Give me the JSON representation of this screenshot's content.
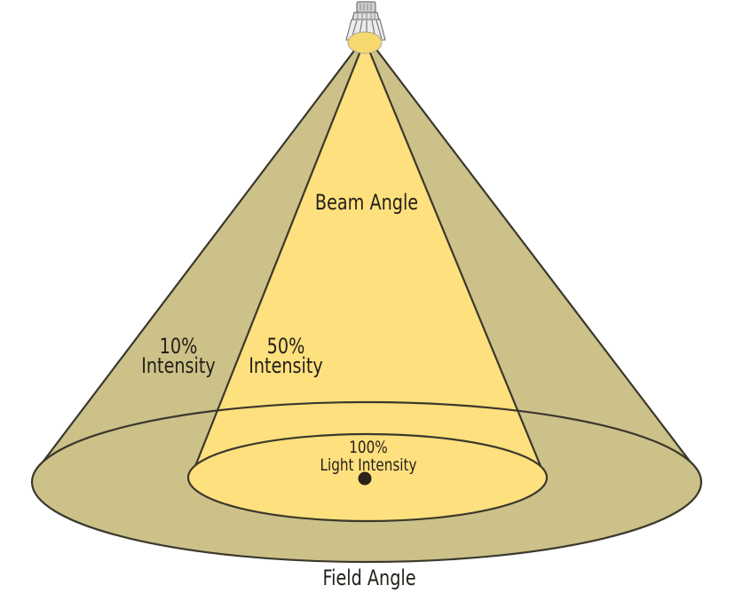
{
  "diagram": {
    "type": "spotlight-beam-field-angle-diagram",
    "labels": {
      "beam_angle": "Beam Angle",
      "field_angle": "Field Angle",
      "intensity_10_line1": "10%",
      "intensity_10_line2": "Intensity",
      "intensity_50_line1": "50%",
      "intensity_50_line2": "Intensity",
      "intensity_100_line1": "100%",
      "intensity_100_line2": "Light Intensity"
    },
    "icons": {
      "spotlight": "spotlight-bulb-icon",
      "center_marker": "beam-center-dot"
    },
    "colors": {
      "background": "#ffffff",
      "field_fill": "#ccc189",
      "beam_fill": "#ffe07e",
      "lens_fill": "#f6d96e",
      "outline": "#3b382c",
      "text": "#24201a",
      "dot": "#2b2318"
    }
  }
}
